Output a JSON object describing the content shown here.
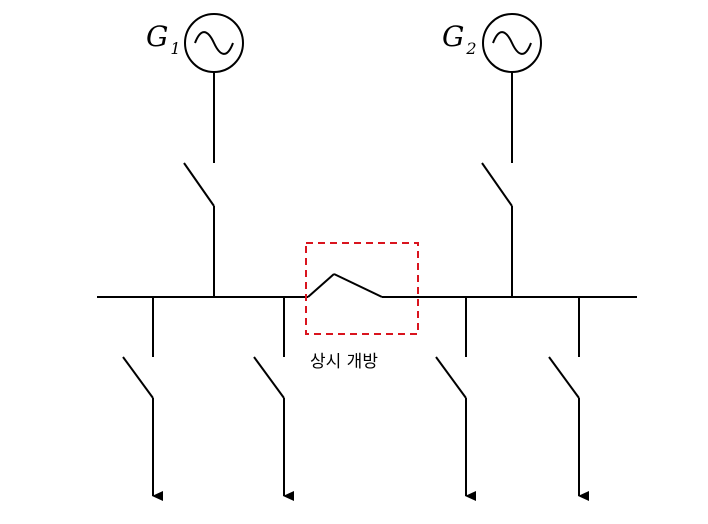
{
  "generators": [
    {
      "symbol": "G",
      "subscript": "1"
    },
    {
      "symbol": "G",
      "subscript": "2"
    }
  ],
  "annotation": {
    "label": "상시 개방"
  },
  "colors": {
    "line": "#000000",
    "highlight_box": "#d9141e",
    "background": "#ffffff"
  },
  "icons": {
    "generator": "ac-sine-wave-icon",
    "switch": "disconnect-switch-icon",
    "load": "arrow-down-icon"
  }
}
